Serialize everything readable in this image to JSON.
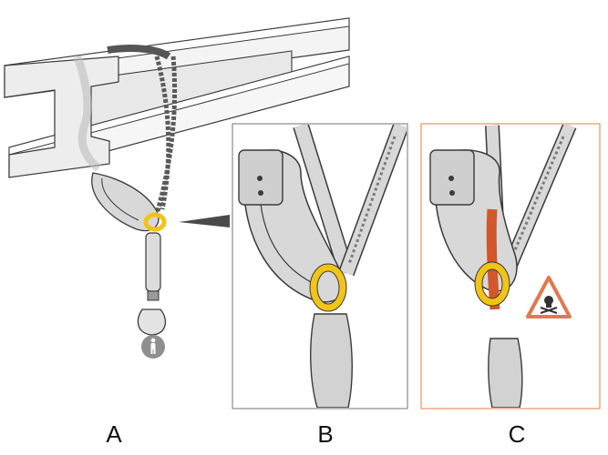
{
  "panels": [
    {
      "id": "A",
      "label": "A"
    },
    {
      "id": "B",
      "label": "B"
    },
    {
      "id": "C",
      "label": "C"
    }
  ],
  "icons": {
    "person": "person-icon",
    "warning": "skull-warning-icon"
  },
  "colors": {
    "outline": "#3a3a3a",
    "metal": "#d8d8d8",
    "metal_dark": "#a9a9a9",
    "ring": "#f2c418",
    "frame_b": "#8a8a8a",
    "frame_c": "#e9a27a",
    "warning": "#e07a4f",
    "danger_strap": "#d2572a",
    "person_badge": "#8f8f8f"
  }
}
